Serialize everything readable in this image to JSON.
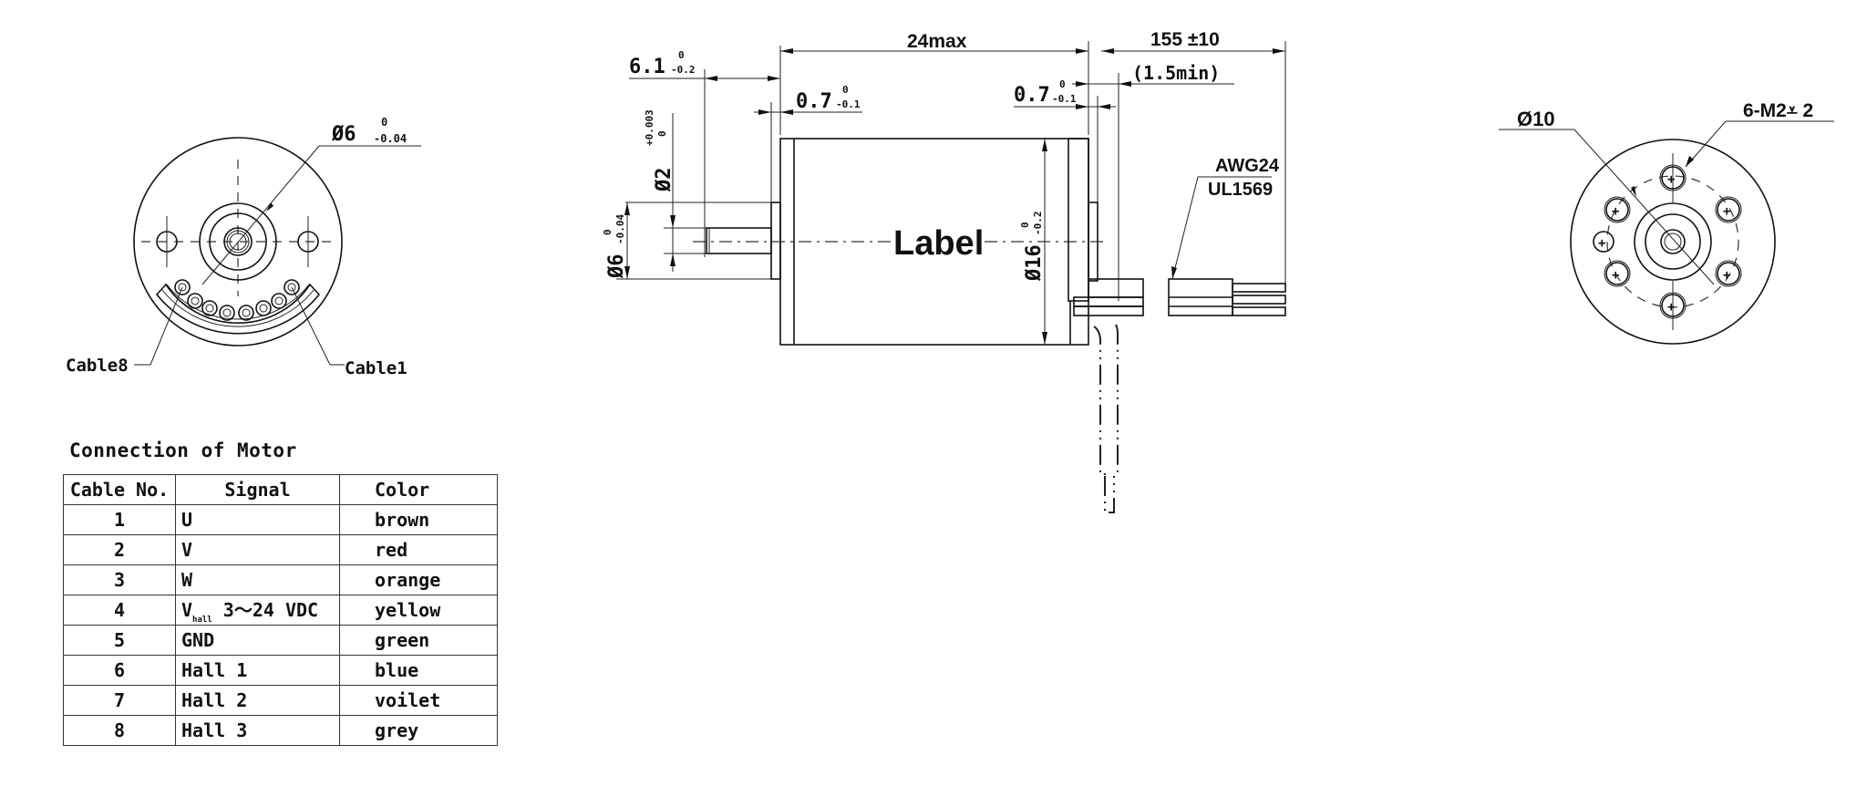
{
  "drawing": {
    "front_view": {
      "shaft_diameter_label": "Ø6",
      "shaft_tol_upper": "0",
      "shaft_tol_lower": "-0.04",
      "cable_left_label": "Cable8",
      "cable_right_label": "Cable1"
    },
    "side_view": {
      "length_label": "24max",
      "lead_length_label": "155 ±10",
      "min_label": "(1.5min)",
      "shaft_len_label": "6.1",
      "shaft_len_tol_upper": "0",
      "shaft_len_tol_lower": "-0.2",
      "flange_left_label": "0.7",
      "flange_left_tol_upper": "0",
      "flange_left_tol_lower": "-0.1",
      "flange_right_label": "0.7",
      "flange_right_tol_upper": "0",
      "flange_right_tol_lower": "-0.1",
      "shaft_dia_label": "Ø2",
      "shaft_dia_tol_upper": "+0.003",
      "shaft_dia_tol_lower": "0",
      "boss_dia_label": "Ø6",
      "boss_dia_tol_upper": "0",
      "boss_dia_tol_lower": "-0.04",
      "body_dia_label": "Ø16",
      "body_dia_tol_upper": "0",
      "body_dia_tol_lower": "-0.2",
      "body_label": "Label",
      "wire_spec_1": "AWG24",
      "wire_spec_2": "UL1569"
    },
    "rear_view": {
      "bearing_dia_label": "Ø10",
      "thread_label": "6-M2⩡ 2"
    }
  },
  "connection_table": {
    "title": "Connection of Motor",
    "headers": [
      "Cable No.",
      "Signal",
      "Color"
    ],
    "rows": [
      {
        "no": "1",
        "signal": "U",
        "signal_sub": "",
        "signal_rest": "",
        "color": "brown"
      },
      {
        "no": "2",
        "signal": "V",
        "signal_sub": "",
        "signal_rest": "",
        "color": "red"
      },
      {
        "no": "3",
        "signal": "W",
        "signal_sub": "",
        "signal_rest": "",
        "color": "orange"
      },
      {
        "no": "4",
        "signal": "V",
        "signal_sub": "hall",
        "signal_rest": " 3～24 VDC",
        "color": "yellow"
      },
      {
        "no": "5",
        "signal": "GND",
        "signal_sub": "",
        "signal_rest": "",
        "color": "green"
      },
      {
        "no": "6",
        "signal": "Hall 1",
        "signal_sub": "",
        "signal_rest": "",
        "color": "blue"
      },
      {
        "no": "7",
        "signal": "Hall 2",
        "signal_sub": "",
        "signal_rest": "",
        "color": "voilet"
      },
      {
        "no": "8",
        "signal": "Hall 3",
        "signal_sub": "",
        "signal_rest": "",
        "color": "grey"
      }
    ]
  }
}
